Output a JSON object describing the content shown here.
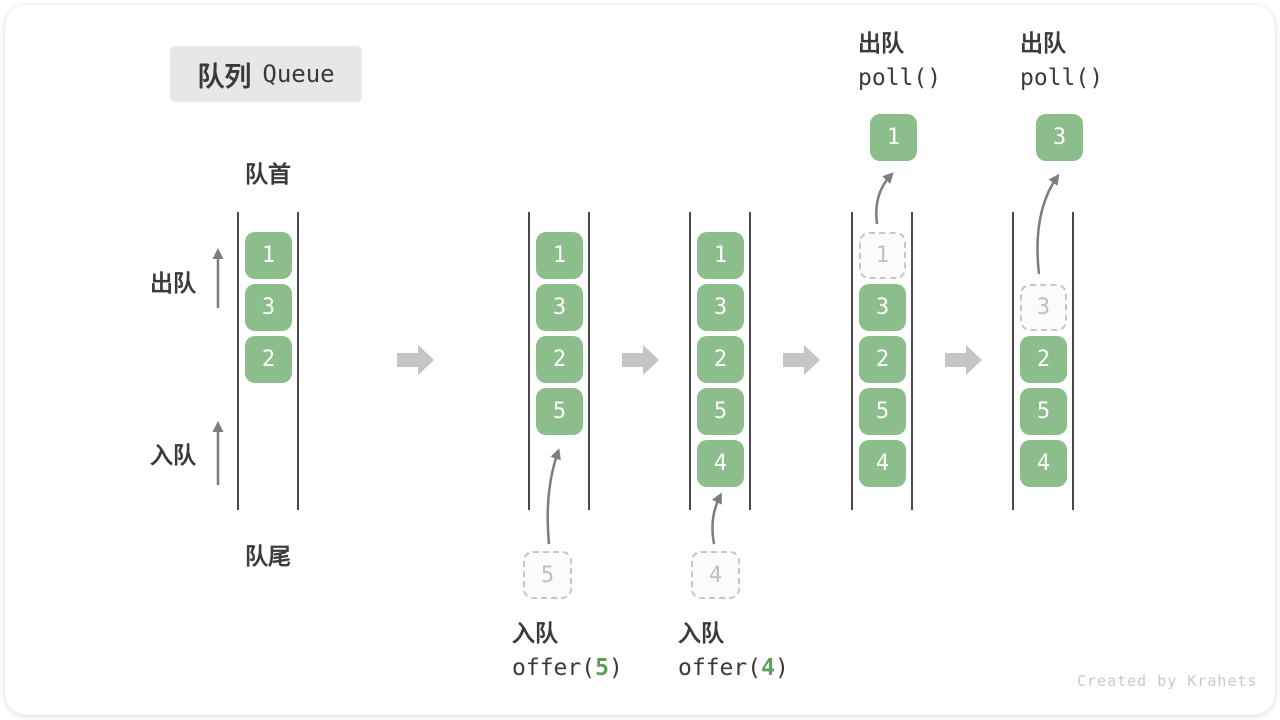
{
  "title": {
    "zh": "队列",
    "en": "Queue"
  },
  "labels": {
    "front": "队首",
    "rear": "队尾",
    "dequeue_side": "出队",
    "enqueue_side": "入队"
  },
  "colors": {
    "box_green": "#8bbe8b",
    "code_arg_green": "#5a9f5a",
    "block_arrow_gray": "#c5c5c5",
    "channel_line": "#4a4a4a",
    "curve_arrow": "#7d7d7d",
    "ghost_border": "#c6c6c6",
    "ghost_text": "#bfbfbf",
    "text_ink": "#3a3a3a",
    "badge_bg": "#e7e7e7"
  },
  "queues": [
    {
      "slots": [
        {
          "row": 0,
          "value": "1",
          "ghost": false
        },
        {
          "row": 1,
          "value": "3",
          "ghost": false
        },
        {
          "row": 2,
          "value": "2",
          "ghost": false
        }
      ]
    },
    {
      "slots": [
        {
          "row": 0,
          "value": "1",
          "ghost": false
        },
        {
          "row": 1,
          "value": "3",
          "ghost": false
        },
        {
          "row": 2,
          "value": "2",
          "ghost": false
        },
        {
          "row": 3,
          "value": "5",
          "ghost": false
        }
      ]
    },
    {
      "slots": [
        {
          "row": 0,
          "value": "1",
          "ghost": false
        },
        {
          "row": 1,
          "value": "3",
          "ghost": false
        },
        {
          "row": 2,
          "value": "2",
          "ghost": false
        },
        {
          "row": 3,
          "value": "5",
          "ghost": false
        },
        {
          "row": 4,
          "value": "4",
          "ghost": false
        }
      ]
    },
    {
      "slots": [
        {
          "row": 0,
          "value": "1",
          "ghost": true
        },
        {
          "row": 1,
          "value": "3",
          "ghost": false
        },
        {
          "row": 2,
          "value": "2",
          "ghost": false
        },
        {
          "row": 3,
          "value": "5",
          "ghost": false
        },
        {
          "row": 4,
          "value": "4",
          "ghost": false
        }
      ]
    },
    {
      "slots": [
        {
          "row": 1,
          "value": "3",
          "ghost": true
        },
        {
          "row": 2,
          "value": "2",
          "ghost": false
        },
        {
          "row": 3,
          "value": "5",
          "ghost": false
        },
        {
          "row": 4,
          "value": "4",
          "ghost": false
        }
      ]
    }
  ],
  "annotations": {
    "enqueue": [
      {
        "zh": "入队",
        "code_pre": "offer(",
        "arg": "5",
        "code_post": ")",
        "ghost_value": "5"
      },
      {
        "zh": "入队",
        "code_pre": "offer(",
        "arg": "4",
        "code_post": ")",
        "ghost_value": "4"
      }
    ],
    "dequeue": [
      {
        "zh": "出队",
        "code": "poll()",
        "value": "1"
      },
      {
        "zh": "出队",
        "code": "poll()",
        "value": "3"
      }
    ]
  },
  "watermark": "Created by Krahets"
}
